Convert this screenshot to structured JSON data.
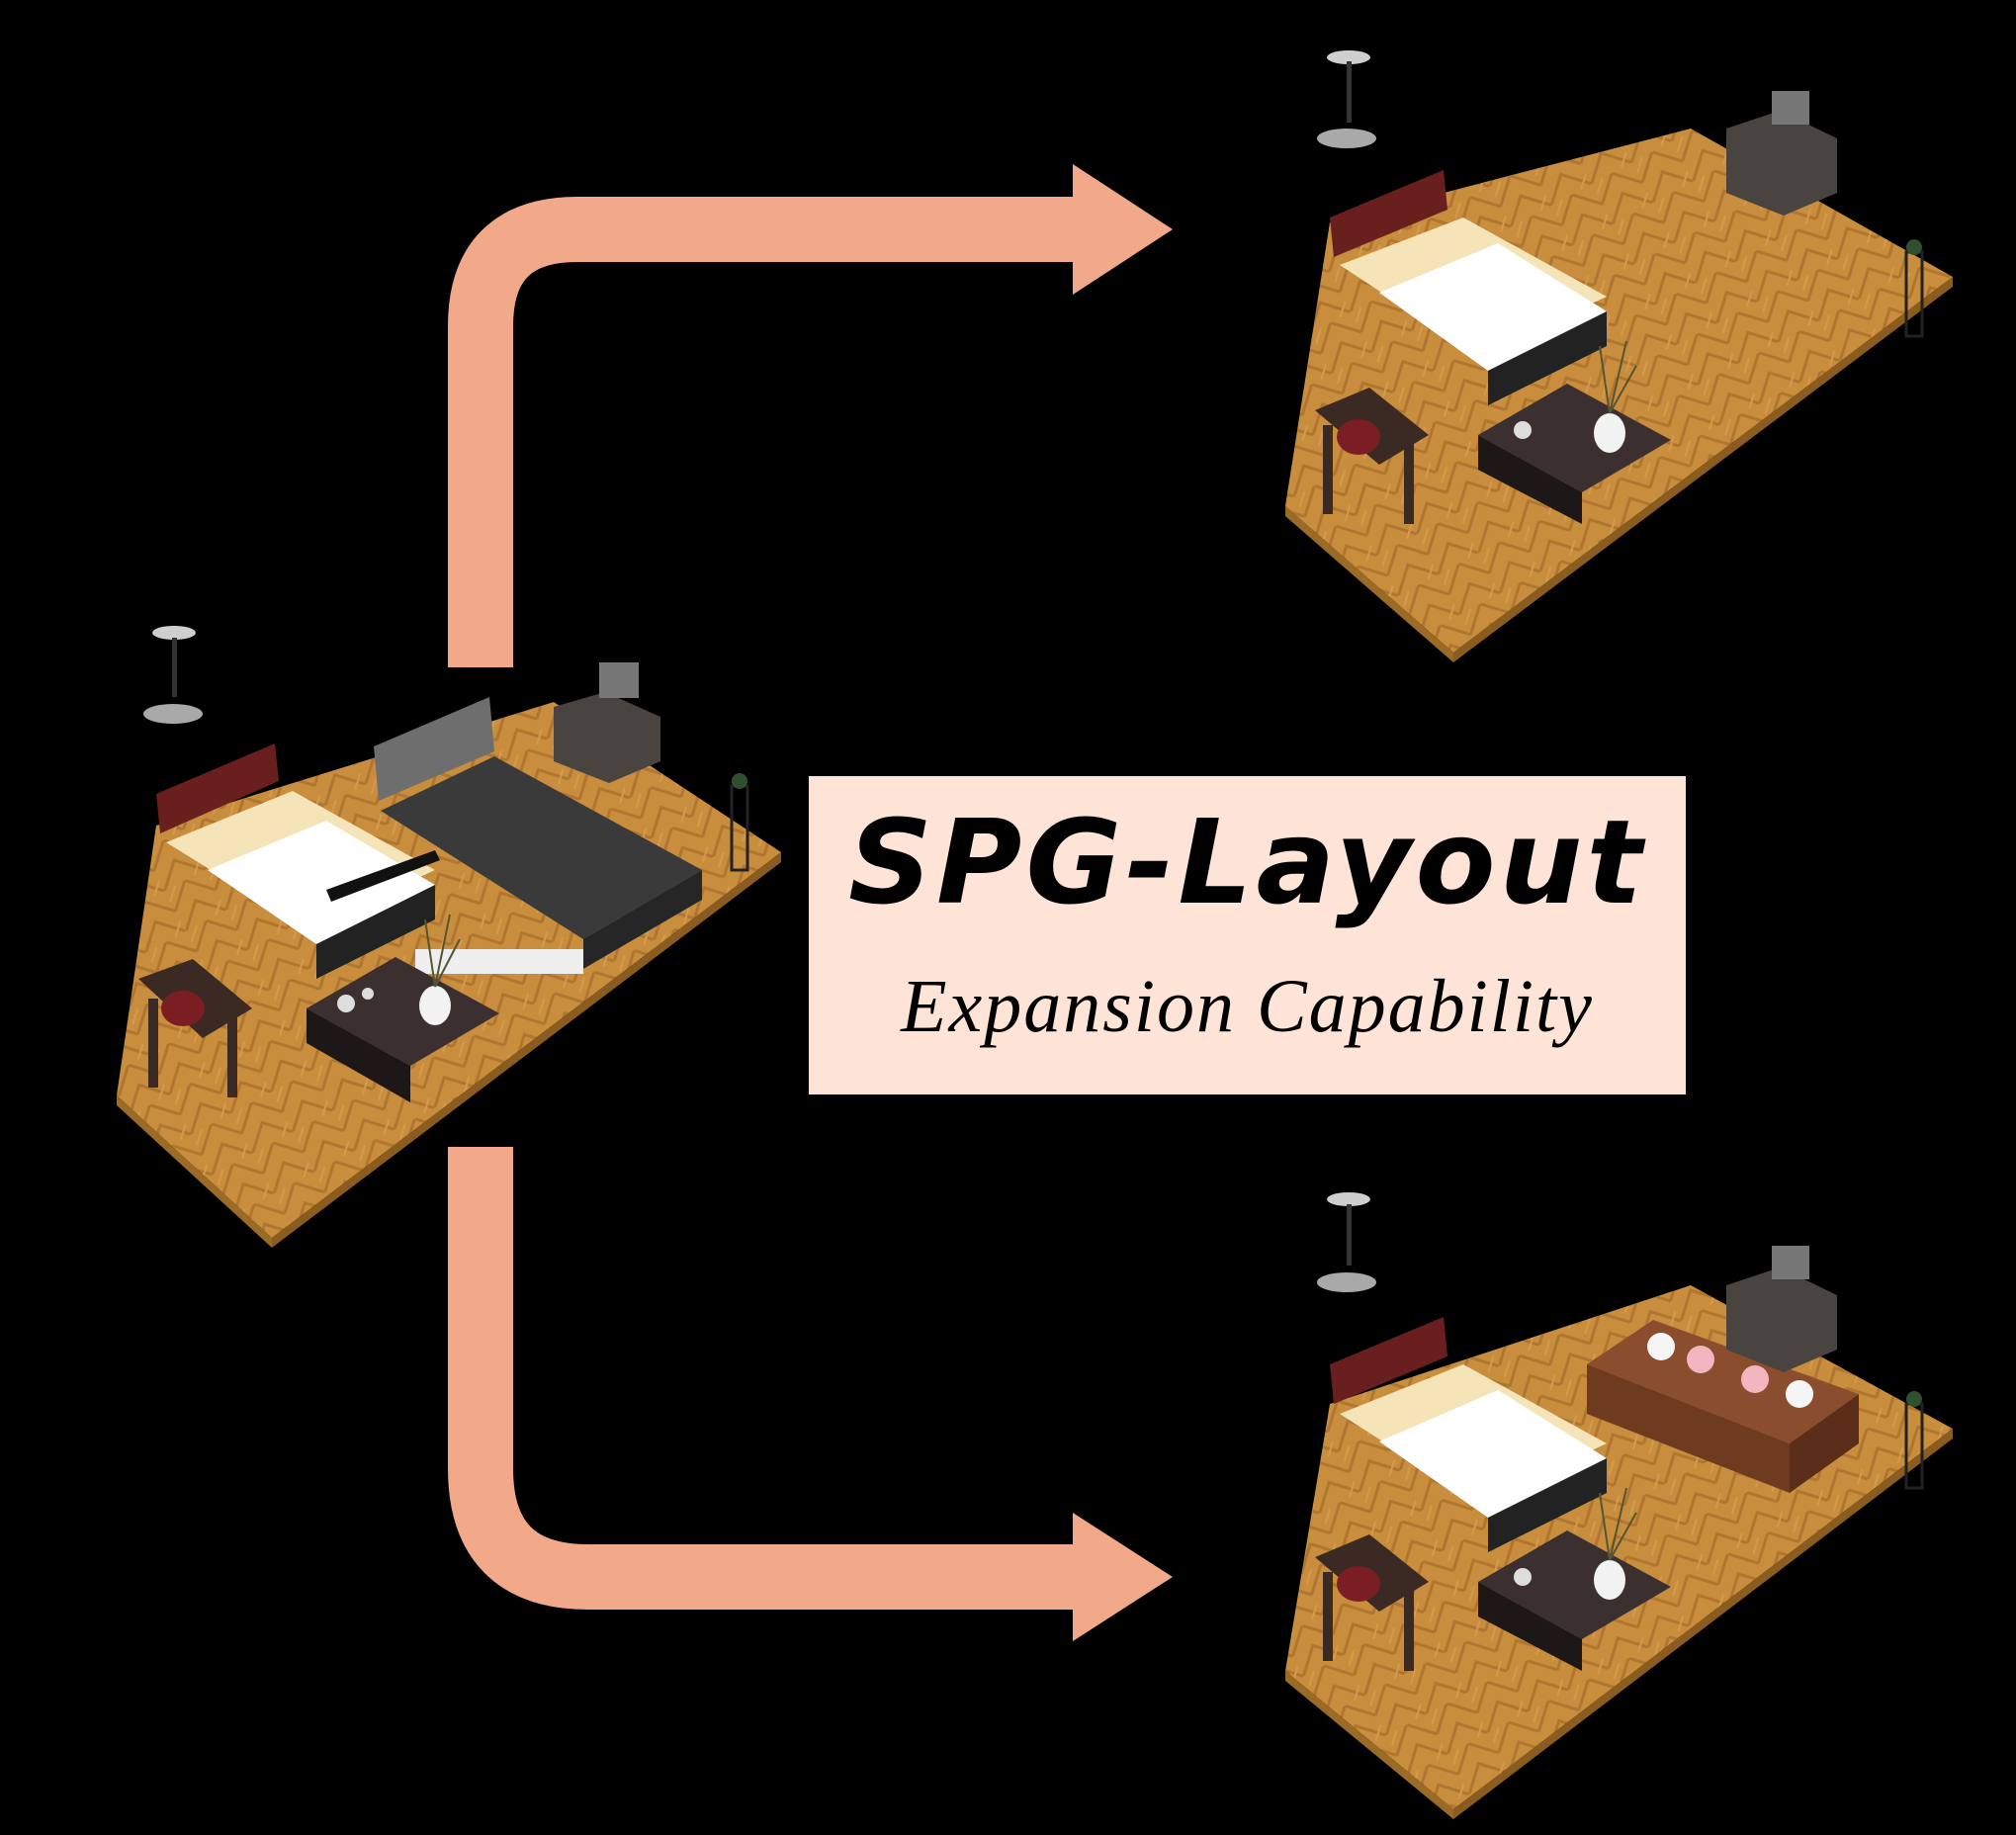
{
  "title": "SPG-Layout",
  "subtitle": "Expansion Capability",
  "colors": {
    "background": "#000000",
    "arrow": "#f2a98a",
    "title_box": "#fde4d6",
    "floor": "#c88d3d",
    "floor_edge": "#a66f28"
  },
  "scenes": [
    {
      "name": "source-layout",
      "objects": [
        "floor-lamp",
        "single-bed",
        "double-bed",
        "dresser",
        "plant-stand",
        "armchair",
        "coffee-table",
        "vase"
      ]
    },
    {
      "name": "expanded-layout-top",
      "objects": [
        "floor-lamp",
        "single-bed",
        "dresser",
        "plant-stand",
        "armchair",
        "coffee-table",
        "vase"
      ]
    },
    {
      "name": "expanded-layout-bottom",
      "objects": [
        "floor-lamp",
        "single-bed",
        "sofa",
        "dresser",
        "plant-stand",
        "armchair",
        "coffee-table",
        "vase"
      ]
    }
  ]
}
